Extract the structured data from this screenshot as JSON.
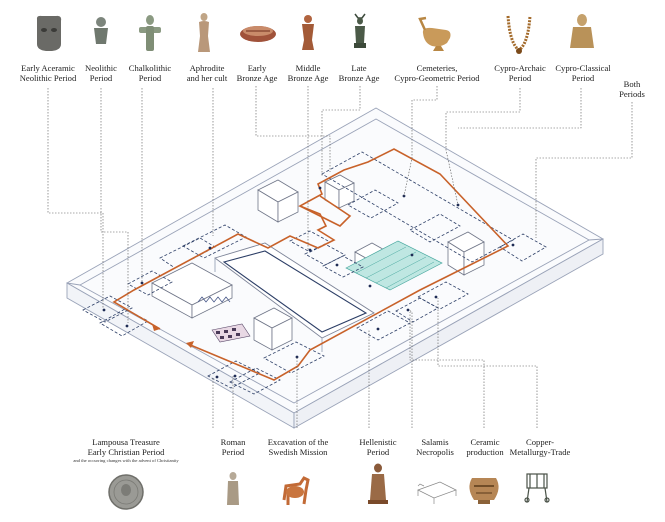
{
  "top_labels": [
    {
      "id": "early-aceramic",
      "lines": [
        "Early Aceramic",
        "Neolithic Period"
      ]
    },
    {
      "id": "neolithic",
      "lines": [
        "Neolithic",
        "Period"
      ]
    },
    {
      "id": "chalkolithic",
      "lines": [
        "Chalkolithic",
        "Period"
      ]
    },
    {
      "id": "aphrodite",
      "lines": [
        "Aphrodite",
        "and her cult"
      ]
    },
    {
      "id": "early-bronze",
      "lines": [
        "Early",
        "Bronze Age"
      ]
    },
    {
      "id": "middle-bronze",
      "lines": [
        "Middle",
        "Bronze Age"
      ]
    },
    {
      "id": "late-bronze",
      "lines": [
        "Late",
        "Bronze Age"
      ]
    },
    {
      "id": "cemeteries",
      "lines": [
        "Cemeteries,",
        "Cypro-Geometric Period"
      ]
    },
    {
      "id": "cypro-archaic",
      "lines": [
        "Cypro-Archaic",
        "Period"
      ]
    },
    {
      "id": "cypro-classical",
      "lines": [
        "Cypro-Classical",
        "Period"
      ]
    },
    {
      "id": "both-periods",
      "lines": [
        "Both",
        "Periods"
      ]
    }
  ],
  "bottom_labels": [
    {
      "id": "lampousa",
      "lines": [
        "Lampousa Treasure",
        "Early Christian Period"
      ]
    },
    {
      "id": "roman",
      "lines": [
        "Roman",
        "Period"
      ]
    },
    {
      "id": "swedish-mission",
      "lines": [
        "Excavation of the",
        "Swedish Mission"
      ]
    },
    {
      "id": "hellenistic",
      "lines": [
        "Hellenistic",
        "Period"
      ]
    },
    {
      "id": "salamis",
      "lines": [
        "Salamis",
        "Necropolis"
      ]
    },
    {
      "id": "ceramic",
      "lines": [
        "Ceramic",
        "production"
      ]
    },
    {
      "id": "copper",
      "lines": [
        "Copper-",
        "Metallurgy-Trade"
      ]
    }
  ],
  "lampousa_subnote": "and the occurring changes with the advent of Christianity",
  "colors": {
    "route": "#c8622a",
    "dash": "#2c3e66",
    "wall": "#9aa3b8",
    "cyan": "#8fd3cc"
  }
}
